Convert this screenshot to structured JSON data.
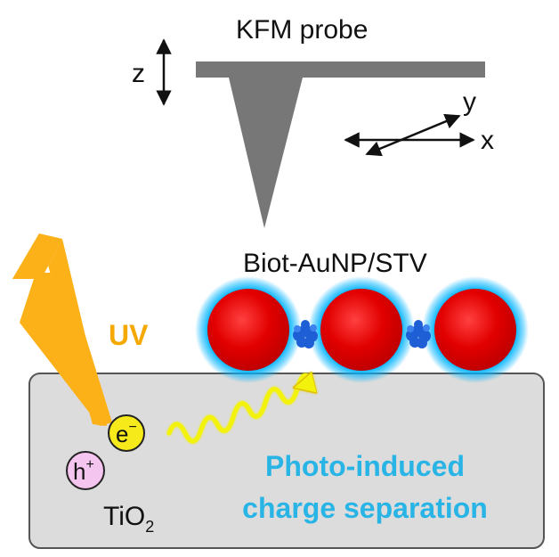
{
  "labels": {
    "probe": "KFM probe",
    "z_axis": "z",
    "x_axis": "x",
    "y_axis": "y",
    "nanoparticles": "Biot-AuNP/STV",
    "uv": "UV",
    "electron_base": "e",
    "electron_sup": "−",
    "hole_base": "h",
    "hole_sup": "+",
    "substrate_base": "TiO",
    "substrate_sub": "2",
    "process_line1": "Photo-induced",
    "process_line2": "charge separation"
  },
  "colors": {
    "probe": "#777777",
    "substrate_fill": "#dcdcdc",
    "substrate_stroke": "#555555",
    "uv_bolt": "#fbb117",
    "uv_text": "#f5a800",
    "electron": "#f6ea1a",
    "hole": "#f4c6ef",
    "nanoparticle": "#e00000",
    "glow": "#00b4ff",
    "streptavidin": "#1f5fd6",
    "process_text": "#29b4e6",
    "wave": "#f2f20a"
  },
  "icons": {
    "uv": "lightning-bolt-icon",
    "wave": "squiggle-arrow-icon"
  }
}
